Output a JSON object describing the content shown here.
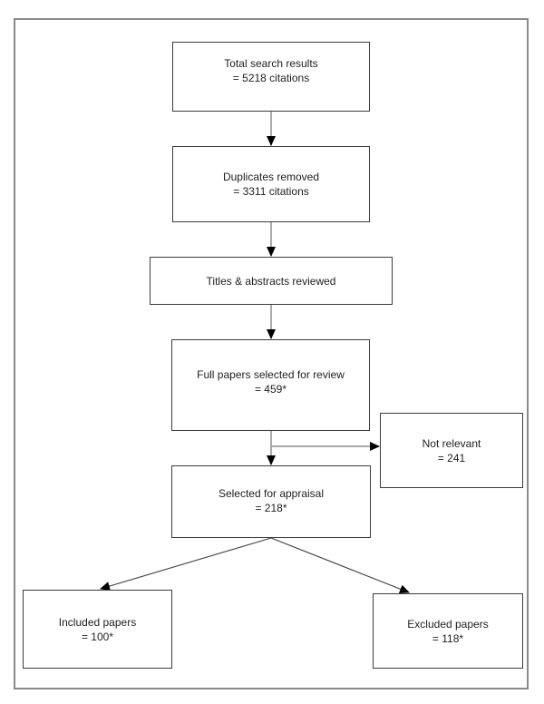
{
  "diagram": {
    "type": "flowchart",
    "nodes": {
      "total_search": {
        "label": "Total search results",
        "value": "= 5218 citations"
      },
      "duplicates_removed": {
        "label": "Duplicates removed",
        "value": "= 3311 citations"
      },
      "titles_abstracts": {
        "label": "Titles & abstracts reviewed",
        "value": ""
      },
      "full_papers": {
        "label": "Full papers selected for review",
        "value": "= 459*"
      },
      "not_relevant": {
        "label": "Not relevant",
        "value": "= 241"
      },
      "selected_appraisal": {
        "label": "Selected for appraisal",
        "value": "= 218*"
      },
      "included_papers": {
        "label": "Included papers",
        "value": "= 100*"
      },
      "excluded_papers": {
        "label": "Excluded papers",
        "value": "= 118*"
      }
    },
    "edges": [
      {
        "from": "total_search",
        "to": "duplicates_removed"
      },
      {
        "from": "duplicates_removed",
        "to": "titles_abstracts"
      },
      {
        "from": "titles_abstracts",
        "to": "full_papers"
      },
      {
        "from": "full_papers",
        "to": "selected_appraisal"
      },
      {
        "from": "full_papers",
        "to": "not_relevant"
      },
      {
        "from": "selected_appraisal",
        "to": "included_papers"
      },
      {
        "from": "selected_appraisal",
        "to": "excluded_papers"
      }
    ],
    "colors": {
      "background": "#ffffff",
      "frame_border": "#8a8a8a",
      "box_border": "#3c3c3c",
      "connector_line": "#9c9c9c",
      "diagonal_line": "#3f3f3f",
      "arrowhead": "#000000",
      "text": "#1e1e1e"
    }
  }
}
